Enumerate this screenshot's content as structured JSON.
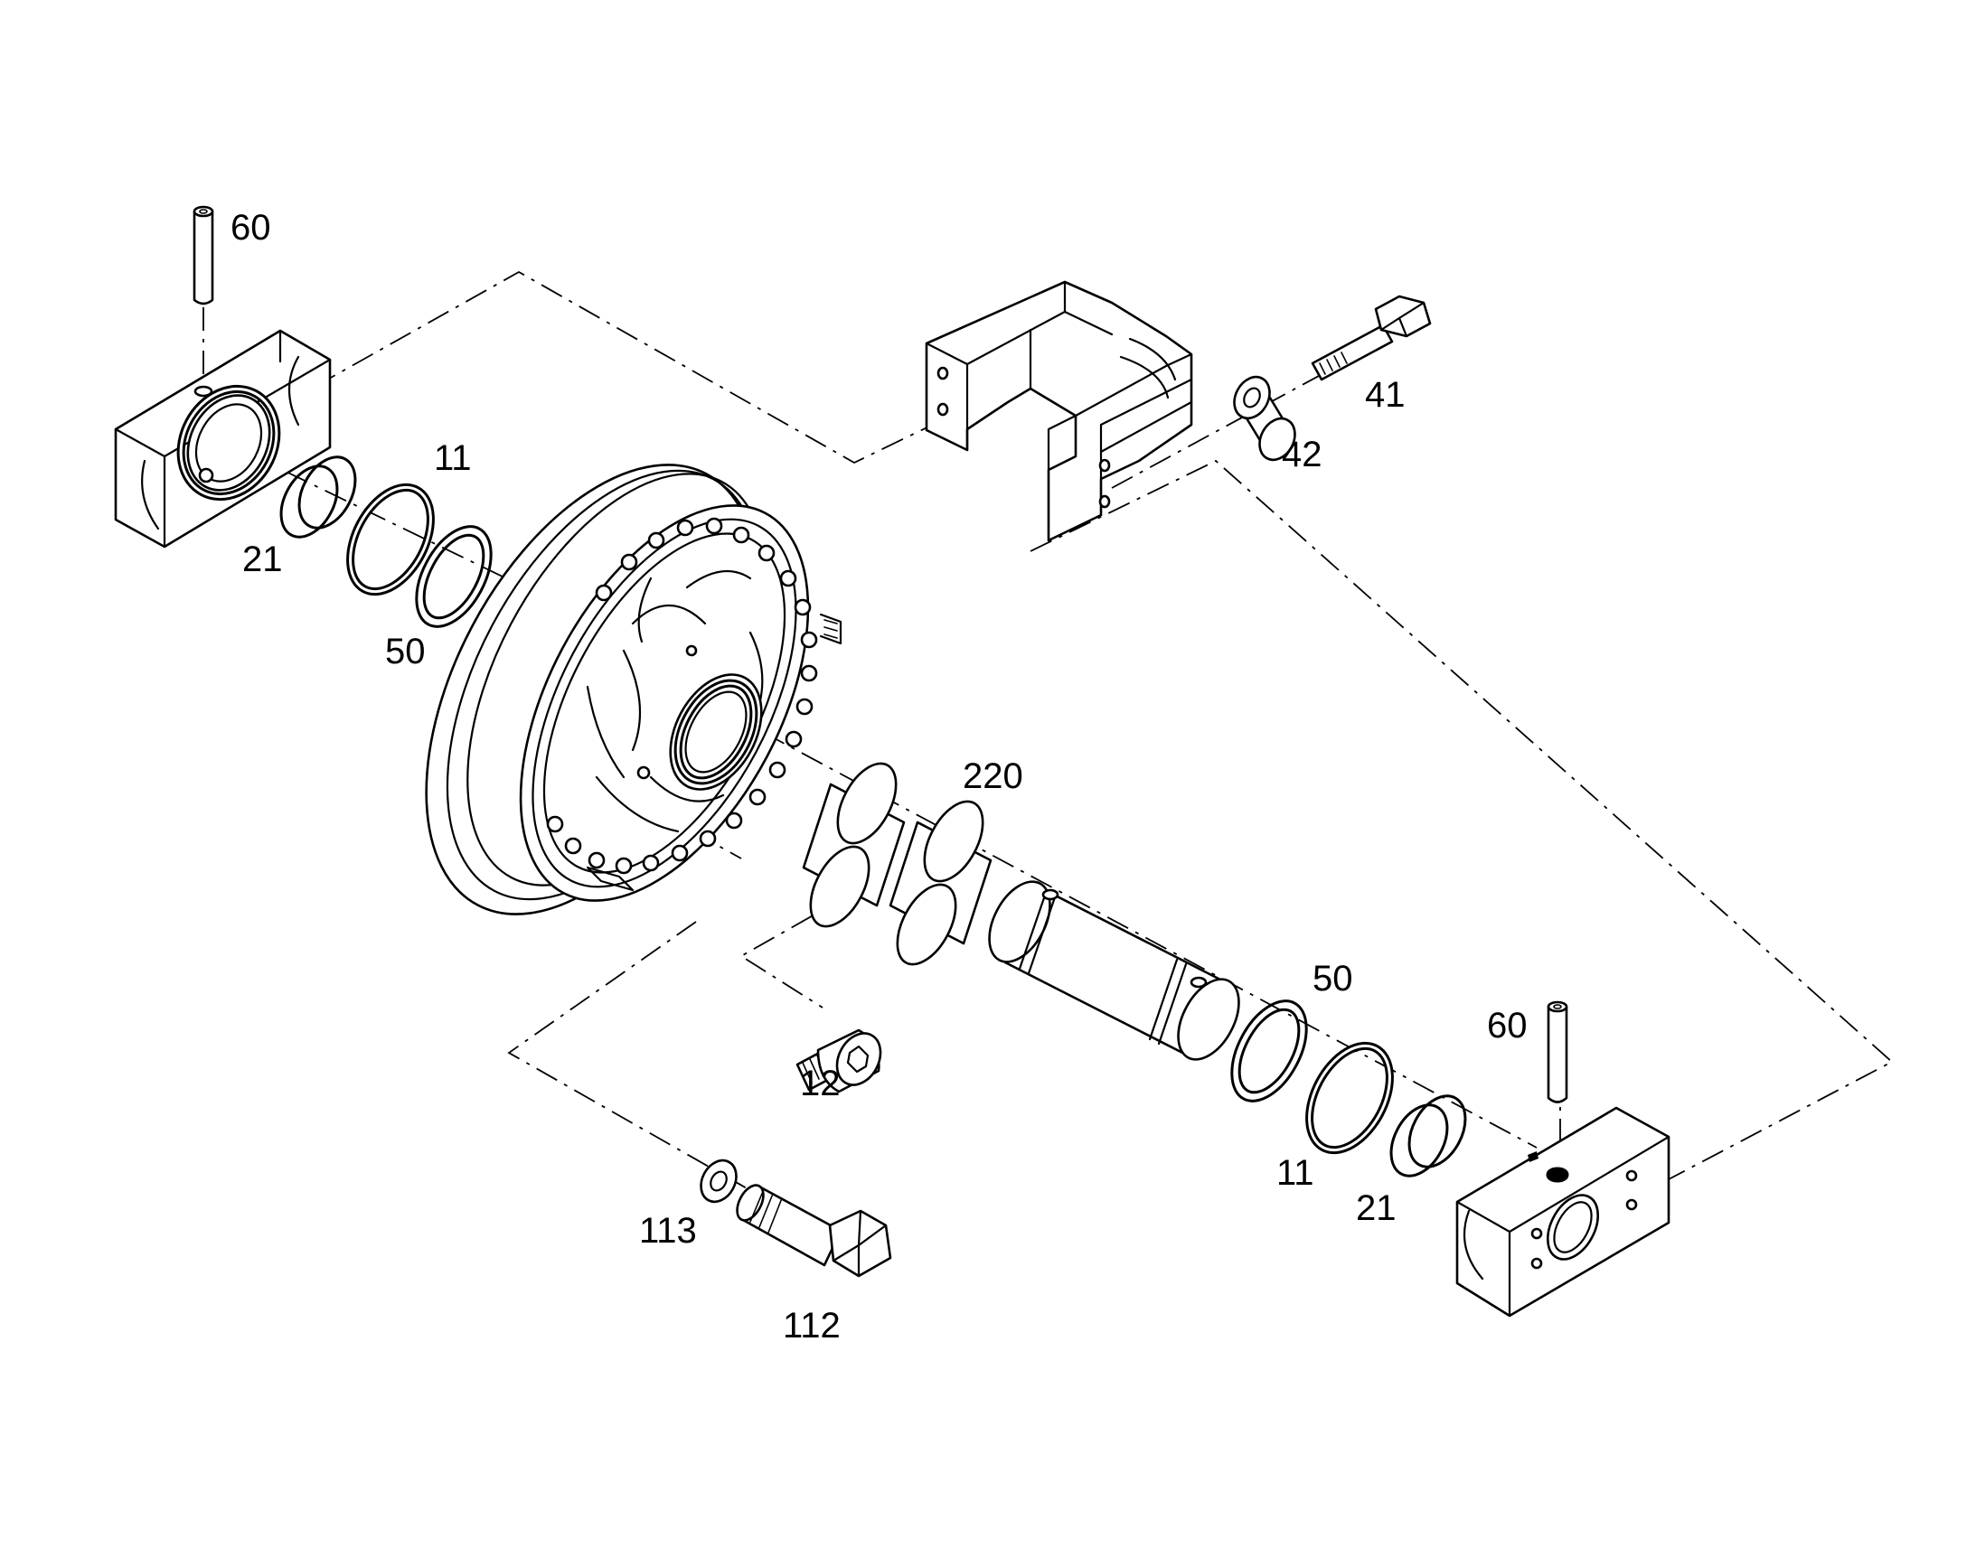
{
  "diagram": {
    "colors": {
      "line": "#000000",
      "background": "#ffffff"
    },
    "callouts": [
      {
        "id": "c60a",
        "text": "60"
      },
      {
        "id": "c41",
        "text": "41"
      },
      {
        "id": "c11a",
        "text": "11"
      },
      {
        "id": "c42",
        "text": "42"
      },
      {
        "id": "c21a",
        "text": "21"
      },
      {
        "id": "c50a",
        "text": "50"
      },
      {
        "id": "c220",
        "text": "220"
      },
      {
        "id": "c50b",
        "text": "50"
      },
      {
        "id": "c60b",
        "text": "60"
      },
      {
        "id": "c12",
        "text": "12"
      },
      {
        "id": "c11b",
        "text": "11"
      },
      {
        "id": "c21b",
        "text": "21"
      },
      {
        "id": "c113",
        "text": "113"
      },
      {
        "id": "c112",
        "text": "112"
      }
    ]
  }
}
